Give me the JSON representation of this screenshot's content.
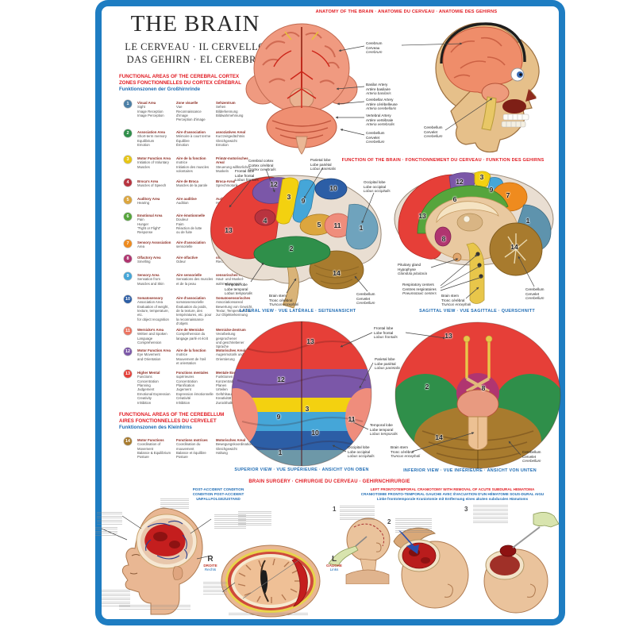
{
  "title_block": {
    "title": "THE BRAIN",
    "subtitle1": "LE CERVEAU · IL CERVELLO",
    "subtitle2": "DAS GEHIRN · EL CEREBRO"
  },
  "section_headers": {
    "anatomy": "ANATOMY OF THE BRAIN · ANATOMIE DU CERVEAU · ANATOMIE DES GEHIRNS",
    "function": "FUNCTION OF THE BRAIN · FONCTIONNEMENT DU CERVEAU · FUNKTION DES GEHIRNS",
    "surgery": "BRAIN SURGERY · CHIRURGIE DU CERVEAU · GEHIRNCHIRURGIE",
    "cortex": [
      "FUNCTIONAL AREAS OF THE CEREBRAL CORTEX",
      "ZONES FONCTIONNELLES DU CORTEX CÉRÉBRAL",
      "Funktionszonen der Großhirnrinde"
    ],
    "cerebellum": [
      "FUNCTIONAL AREAS OF THE CEREBELLUM",
      "AIRES FONCTIONNELLES DU CERVELET",
      "Funktionszonen des Kleinhirns"
    ]
  },
  "view_captions": {
    "lateral": "LATERAL VIEW · VUE LATÉRALE · SEITENANSICHT",
    "sagittal": "SAGITTAL VIEW · VUE SAGITTALE · QUERSCHNITT",
    "superior": "SUPERIOR VIEW · VUE SUPÉRIEURE · ANSICHT VON OBEN",
    "inferior": "INFERIOR VIEW · VUE INFÉRIEURE · ANSICHT VON UNTEN"
  },
  "functional_areas": [
    {
      "num": "1",
      "color": "#4b7fa6",
      "en": [
        "Visual Area",
        "Sight",
        "Image Reception",
        "Image Perception"
      ],
      "fr": [
        "Zone visuelle",
        "Vue",
        "Reconnaissance d'image",
        "Perception d'image"
      ],
      "de": [
        "Sehzentrum",
        "Sehen",
        "Bilderkennung",
        "Bildwahrnehmung"
      ]
    },
    {
      "num": "2",
      "color": "#2f8f4a",
      "en": [
        "Association Area",
        "Short-term memory",
        "Equilibrium",
        "Emotion"
      ],
      "fr": [
        "Aire d'association",
        "Mémoire à court terme",
        "Équilibre",
        "Émotion"
      ],
      "de": [
        "assoziatives Areal",
        "Kurzzeitgedächtnis",
        "Gleichgewicht",
        "Emotion"
      ]
    },
    {
      "num": "3",
      "color": "#e8c614",
      "en": [
        "Motor Function Area",
        "Initiation of Voluntary",
        "Muscles"
      ],
      "fr": [
        "Aire de la fonction",
        "motrice",
        "Initiation des muscles",
        "volontaires"
      ],
      "de": [
        "Primär-motorisches Areal",
        "Steuerung willkürlicher",
        "Muskeln"
      ]
    },
    {
      "num": "4",
      "color": "#b8333f",
      "en": [
        "Broca's Area",
        "Muscles of Speech"
      ],
      "fr": [
        "Aire de Broca",
        "Muscles de la parole"
      ],
      "de": [
        "Broca-Areal",
        "Sprechmotorik"
      ]
    },
    {
      "num": "5",
      "color": "#dca63e",
      "en": [
        "Auditory Area",
        "Hearing"
      ],
      "fr": [
        "Aire auditive",
        "Audition"
      ],
      "de": [
        "Auditiver Cortex",
        "Hören"
      ]
    },
    {
      "num": "6",
      "color": "#56a53c",
      "en": [
        "Emotional Area",
        "Pain",
        "Hunger",
        "\"Fight or Flight\"",
        "Response"
      ],
      "fr": [
        "Aire émotionnelle",
        "Douleur",
        "Faim",
        "Réaction de lutte",
        "ou de fuite"
      ],
      "de": [
        "Gefühlszentrum",
        "Schmerz",
        "Hunger",
        "\"Kampf/Flucht\"-",
        "Reaktion"
      ]
    },
    {
      "num": "7",
      "color": "#ef8b1e",
      "en": [
        "Sensory Association",
        "Area"
      ],
      "fr": [
        "Aire d'association",
        "sensorielle"
      ],
      "de": [
        "sensorisches",
        "Assoziationsareal"
      ]
    },
    {
      "num": "8",
      "color": "#b03570",
      "en": [
        "Olfactory Area",
        "Smelling"
      ],
      "fr": [
        "Aire olfactive",
        "Odeur"
      ],
      "de": [
        "olfaktorisches Areal",
        "Riechen"
      ]
    },
    {
      "num": "9",
      "color": "#45a6d8",
      "en": [
        "Sensory Area",
        "Sensation from",
        "Muscles and Skin"
      ],
      "fr": [
        "Aire sensorielle",
        "Sensations des muscles",
        "et de la peau"
      ],
      "de": [
        "sensorisches Areal",
        "Haut- und Muskel-",
        "wahrnehmungen"
      ]
    },
    {
      "num": "10",
      "color": "#2c5ea6",
      "en": [
        "Somatosensory",
        "Association Area",
        "Evaluation of weight,",
        "texture, temperature, etc.",
        "for object recognition"
      ],
      "fr": [
        "Aire d'association",
        "somatosensorielle",
        "Évaluation du poids,",
        "de la texture, des",
        "températures, etc. pour",
        "la reconnaissance d'objets"
      ],
      "de": [
        "Somatosensorisches",
        "Assoziationsareal",
        "Bewertung von Gewicht,",
        "Textur, Temperatur usw.",
        "zur Objekterkennung"
      ]
    },
    {
      "num": "11",
      "color": "#ec7461",
      "en": [
        "Wernicke's Area",
        "Written and Spoken",
        "Language Comprehension"
      ],
      "fr": [
        "Aire de Wernicke",
        "Compréhension du",
        "langage parlé et écrit"
      ],
      "de": [
        "Wernicke-Zentrum",
        "Verarbeitung gesprochener",
        "und geschriebener Sprache"
      ]
    },
    {
      "num": "12",
      "color": "#7b57a8",
      "en": [
        "Motor Function Area",
        "Eye Movement",
        "and Orientation"
      ],
      "fr": [
        "Aire de la fonction",
        "motrice",
        "Mouvement de l'œil",
        "et orientation"
      ],
      "de": [
        "Motorisches Areal",
        "Augenmotorik und",
        "Orientierung"
      ]
    },
    {
      "num": "13",
      "color": "#e63f38",
      "en": [
        "Higher Mental",
        "Functions",
        "Concentration",
        "Planning",
        "Judgement",
        "Emotional Expression",
        "Creativity",
        "Inhibition"
      ],
      "fr": [
        "Fonctions mentales",
        "supérieures",
        "Concentration",
        "Planification",
        "Jugement",
        "Expression émotionnelle",
        "Créativité",
        "Inhibition"
      ],
      "de": [
        "Mentale Exekutive-",
        "Funktionen",
        "Konzentration",
        "Planen",
        "Urteilen",
        "Gefühlsausdruck",
        "Kreativität",
        "Zurückhaltung"
      ]
    }
  ],
  "cerebellum_areas": [
    {
      "num": "14",
      "color": "#a87b2e",
      "en": [
        "Motor Functions",
        "Coordination of",
        "Movement",
        "Balance & Equilibrium",
        "Posture"
      ],
      "fr": [
        "Fonctions motrices",
        "Coordination du",
        "mouvement",
        "Balance et équilibre",
        "Posture"
      ],
      "de": [
        "Motorisches Areal",
        "Bewegungskoordination",
        "Gleichgewicht",
        "Haltung"
      ]
    }
  ],
  "anatomy_labels": {
    "cerebrum": [
      "Cerebrum",
      "Cerveau",
      "Cerebrum"
    ],
    "basilar_artery": [
      "Basilar Artery",
      "Artère basilaire",
      "Arteria basilaris"
    ],
    "cerebellar_artery": [
      "Cerebellar Artery",
      "Artère cérébelleuse",
      "Arteria cerebellaris"
    ],
    "vertebral_artery": [
      "Vertebral Artery",
      "Artère vertébrale",
      "Arteria vertebralis"
    ],
    "cerebellum": [
      "Cerebellum",
      "Cervelet",
      "Cerebellum"
    ],
    "frontal_lobe": [
      "Frontal lobe",
      "Lobe frontal",
      "Lobus frontalis"
    ],
    "cerebral_cortex": [
      "Cerebral cortex",
      "Cortex cérébral",
      "Cortex cerebralis"
    ],
    "parietal_lobe": [
      "Parietal lobe",
      "Lobe pariétal",
      "Lobus parietalis"
    ],
    "occipital_lobe": [
      "Occipital lobe",
      "Lobe occipital",
      "Lobus occipitalis"
    ],
    "temporal_lobe": [
      "Temporal lobe",
      "Lobe temporal",
      "Lobus temporalis"
    ],
    "brain_stem": [
      "Brain stem",
      "Tronc cérébral",
      "Truncus encephali"
    ],
    "pituitary": [
      "Pituitary gland",
      "Hypophyse",
      "Glandula pituitaria"
    ],
    "respiratory": [
      "Respiratory centers",
      "Centres respiratoires",
      "Pneumotaxic centers"
    ]
  },
  "view_numbers": {
    "lateral": [
      "13",
      "12",
      "3",
      "4",
      "9",
      "10",
      "5",
      "11",
      "1",
      "2",
      "14"
    ],
    "sagittal": [
      "13",
      "12",
      "3",
      "9",
      "7",
      "6",
      "1",
      "8",
      "14"
    ],
    "superior": [
      "13",
      "12",
      "3",
      "9",
      "10",
      "11",
      "1"
    ],
    "inferior": [
      "13",
      "2",
      "8",
      "14"
    ]
  },
  "surgery": {
    "post_accident": [
      "POST-ACCIDENT CONDITION",
      "CONDITION POST-ACCIDENT",
      "UNFALLFOLGEZUSTAND"
    ],
    "craniotomy": [
      "LEFT FRONTOTEMPORAL CRANIOTOMY WITH REMOVAL OF ACUTE SUBDURAL HEMATOMA",
      "CRANIOTOMIE FRONTO-TEMPORAL GAUCHE AVEC ÉVACUATION D'UN HÉMATOME SOUS-DURAL AIGU",
      "Linke frontotemporale Kraniotomie mit Entfernung eines akuten subduralen Hämatoms"
    ],
    "right_marker": [
      "R",
      "DROITE",
      "Rechts"
    ],
    "left_marker": [
      "L",
      "GAUCHE",
      "Links"
    ],
    "steps": [
      "1",
      "2",
      "3"
    ]
  },
  "colors": {
    "frame": "#1e7dc2",
    "header_red": "#e11b22",
    "header_blue": "#1f6cb4"
  }
}
